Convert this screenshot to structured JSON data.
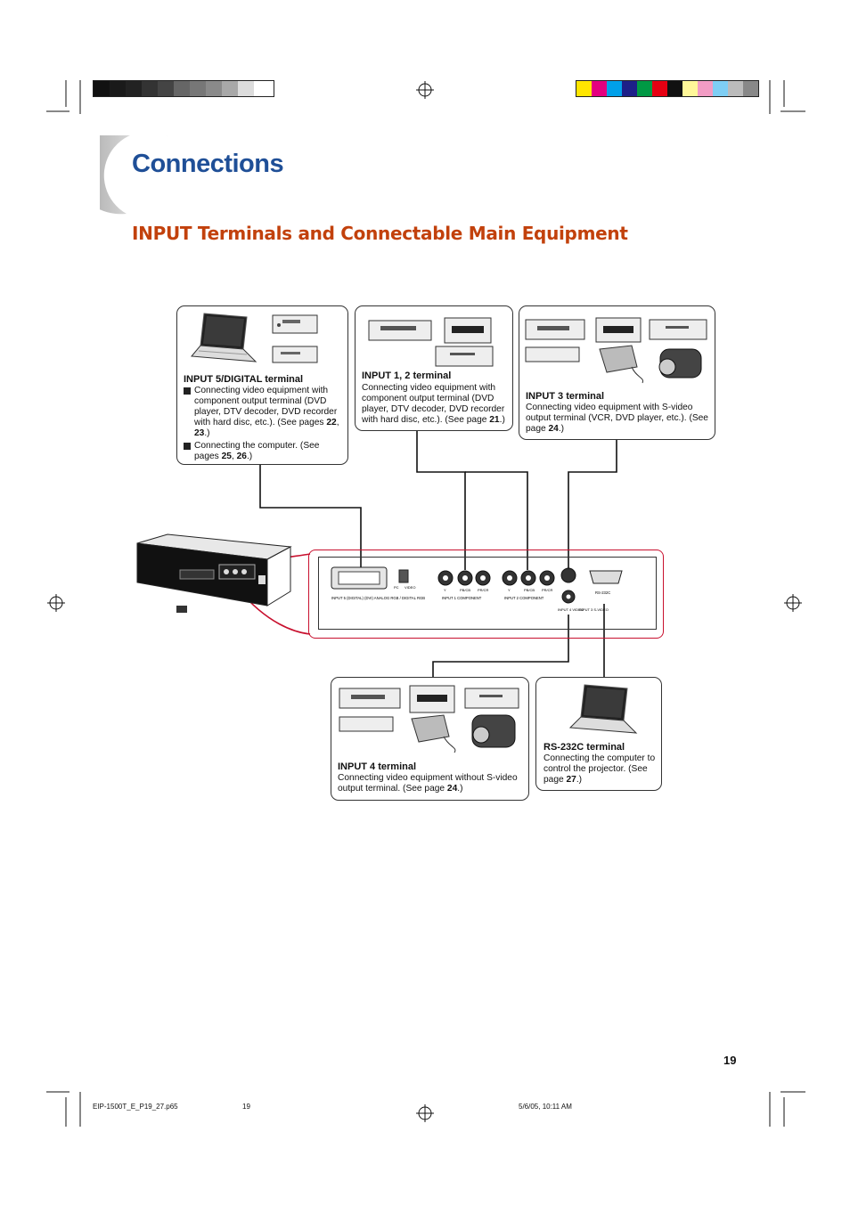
{
  "page": {
    "title": "Connections",
    "subtitle": "INPUT Terminals and Connectable Main Equipment",
    "page_number": "19"
  },
  "boxes": {
    "input5": {
      "title": "INPUT 5/DIGITAL terminal",
      "b1a": "Connecting video equipment with component output terminal (DVD player, DTV decoder, DVD recorder with hard disc, etc.). (See pages ",
      "b1p1": "22",
      "b1sep": ", ",
      "b1p2": "23",
      "b1end": ".)",
      "b2a": "Connecting the computer. (See pages ",
      "b2p1": "25",
      "b2sep": ", ",
      "b2p2": "26",
      "b2end": ".)"
    },
    "input12": {
      "title": "INPUT 1, 2 terminal",
      "desc": "Connecting video equipment with component output terminal (DVD player, DTV decoder, DVD recorder with hard disc, etc.). (See page ",
      "page": "21",
      "end": ".)"
    },
    "input3": {
      "title": "INPUT 3 terminal",
      "desc": "Connecting video equipment with S-video output terminal (VCR, DVD player, etc.). (See page ",
      "page": "24",
      "end": ".)"
    },
    "input4": {
      "title": "INPUT 4 terminal",
      "desc": "Connecting video equipment without S-video output terminal. (See page ",
      "page": "24",
      "end": ".)"
    },
    "rs232": {
      "title": "RS-232C terminal",
      "desc": "Connecting the computer to control the projector. (See page ",
      "page": "27",
      "end": ".)"
    }
  },
  "panel": {
    "input5_label": "INPUT 5 (DIGITAL) (DVI) ANALOG RGB / DIGITAL RGB",
    "switch_labels": [
      "PC",
      "VIDEO"
    ],
    "input1_jacks": [
      "Y",
      "PB/CB",
      "PR/CR"
    ],
    "input1_label": "INPUT 1 COMPONENT",
    "input2_jacks": [
      "Y",
      "PB/CB",
      "PR/CR"
    ],
    "input2_label": "INPUT 2 COMPONENT",
    "input4_label": "INPUT 4 VIDEO",
    "input3_label": "INPUT 3 S-VIDEO",
    "rs232_label": "RS-232C"
  },
  "footer": {
    "file": "EIP-1500T_E_P19_27.p65",
    "page": "19",
    "date": "5/6/05, 10:11 AM"
  },
  "colors": {
    "title": "#1f4f97",
    "subtitle": "#c2410c",
    "panel_border": "#c8102e"
  }
}
